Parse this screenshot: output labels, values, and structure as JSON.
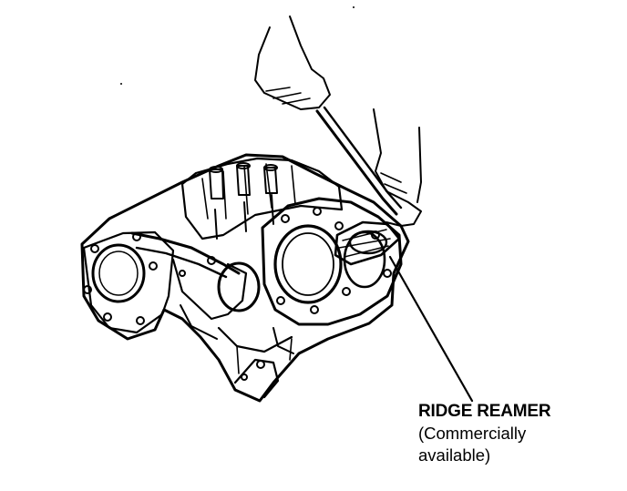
{
  "figure": {
    "callout": {
      "title": "RIDGE REAMER",
      "line1": "(Commercially",
      "line2": "available)"
    }
  }
}
